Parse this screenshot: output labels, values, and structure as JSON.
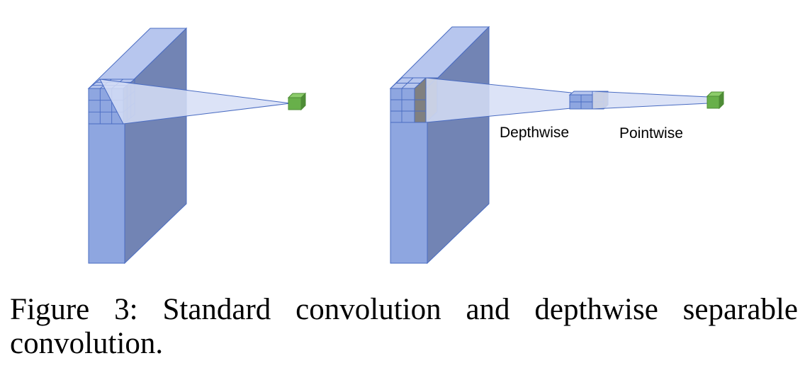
{
  "diagram": {
    "labels": {
      "depthwise": "Depthwise",
      "pointwise": "Pointwise"
    },
    "colors": {
      "slab_front": "#8ea6e0",
      "slab_side": "#7284b4",
      "slab_top": "#b7c6ee",
      "edge": "#4a6cc2",
      "projection_fill": "#d6def6",
      "output_front": "#68b04a",
      "output_top": "#8ccc6a",
      "output_side": "#4e8c36",
      "gray_slice": "#808080"
    }
  },
  "caption": {
    "text": "Figure 3: Standard convolution and depthwise separable convolution."
  }
}
